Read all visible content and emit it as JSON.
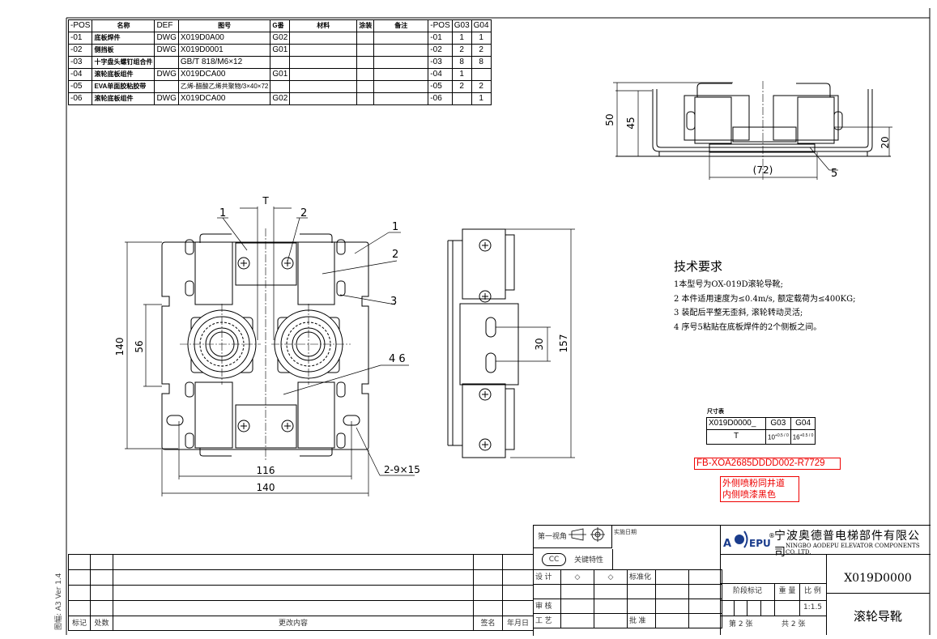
{
  "bom": {
    "headers": [
      "-POS",
      "名称",
      "DEF",
      "图号",
      "G番",
      "材料",
      "涂装",
      "备注",
      "-POS",
      "G03",
      "G04"
    ],
    "rows": [
      {
        "pos": "-01",
        "name": "底板焊件",
        "def": "DWG",
        "drawing": "X019D0A00",
        "g": "G02",
        "pos2": "-01",
        "g03": "1",
        "g04": "1"
      },
      {
        "pos": "-02",
        "name": "侧挡板",
        "def": "DWG",
        "drawing": "X019D0001",
        "g": "G01",
        "pos2": "-02",
        "g03": "2",
        "g04": "2"
      },
      {
        "pos": "-03",
        "name": "十字盘头螺钉组合件",
        "def": "",
        "drawing": "GB/T 818/M6×12",
        "g": "",
        "pos2": "-03",
        "g03": "8",
        "g04": "8"
      },
      {
        "pos": "-04",
        "name": "滚轮底板组件",
        "def": "DWG",
        "drawing": "X019DCA00",
        "g": "G01",
        "pos2": "-04",
        "g03": "1",
        "g04": ""
      },
      {
        "pos": "-05",
        "name": "EVA单面胶粘胶带",
        "def": "",
        "drawing": "乙烯-醋酸乙烯共聚物/3×40×72",
        "g": "",
        "pos2": "-05",
        "g03": "2",
        "g04": "2"
      },
      {
        "pos": "-06",
        "name": "滚轮底板组件",
        "def": "DWG",
        "drawing": "X019DCA00",
        "g": "G02",
        "pos2": "-06",
        "g03": "",
        "g04": "1"
      }
    ]
  },
  "front_view": {
    "dim_T": "T",
    "dim_140_v": "140",
    "dim_56": "56",
    "dim_116": "116",
    "dim_140_h": "140",
    "slot_note": "2-9×15",
    "labels": [
      "1",
      "2",
      "1",
      "2",
      "3",
      "4 6"
    ]
  },
  "side_view": {
    "dim_157": "157",
    "dim_30": "30"
  },
  "top_view": {
    "dim_50": "50",
    "dim_45": "45",
    "dim_20": "20",
    "dim_72": "(72)",
    "label_5": "5"
  },
  "tech": {
    "title": "技术要求",
    "items": [
      "1本型号为OX-019D滚轮导靴;",
      "2 本件适用速度为≤0.4m/s, 额定载荷为≤400KG;",
      "3 装配后平整无歪斜, 滚轮转动灵活;",
      "4 序号5粘贴在底板焊件的2个侧板之间。"
    ]
  },
  "size_table": {
    "caption": "尺寸表",
    "headers": [
      "X019D0000_",
      "G03",
      "G04"
    ],
    "row_label": "T",
    "g03": "10",
    "g03_tol": "+0.5 / 0",
    "g04": "16",
    "g04_tol": "+0.5 / 0"
  },
  "red_notes": {
    "code": "FB-XOA2685DDDD002-R7729",
    "line1": "外侧喷粉同井道",
    "line2": "内侧喷漆黑色",
    "color": "#e00000"
  },
  "revision_block": {
    "mark": "标记",
    "count": "处数",
    "content": "更改内容",
    "sign": "签名",
    "date": "年月日"
  },
  "side_note": "图幅: A3  Ver 1.4",
  "title_block": {
    "view_angle": "第一视角",
    "impl_date": "实施日期",
    "cc": "CC",
    "key_char": "关键特性",
    "design": "设 计",
    "diamond": "◇",
    "standard": "标准化",
    "review": "审 核",
    "process": "工 艺",
    "approve": "批 准",
    "stage": "阶段标记",
    "weight": "重 量",
    "scale_label": "比 例",
    "scale": "1:1.5",
    "sheet": "第 2 张",
    "total": "共 2 张",
    "logo": "AOEPU",
    "company_cn": "宁波奥德普电梯部件有限公司",
    "company_en": "NINGBO AODEPU ELEVATOR COMPONENTS CO.,LTD.",
    "drawing_no": "X019D0000",
    "part_name": "滚轮导靴"
  }
}
